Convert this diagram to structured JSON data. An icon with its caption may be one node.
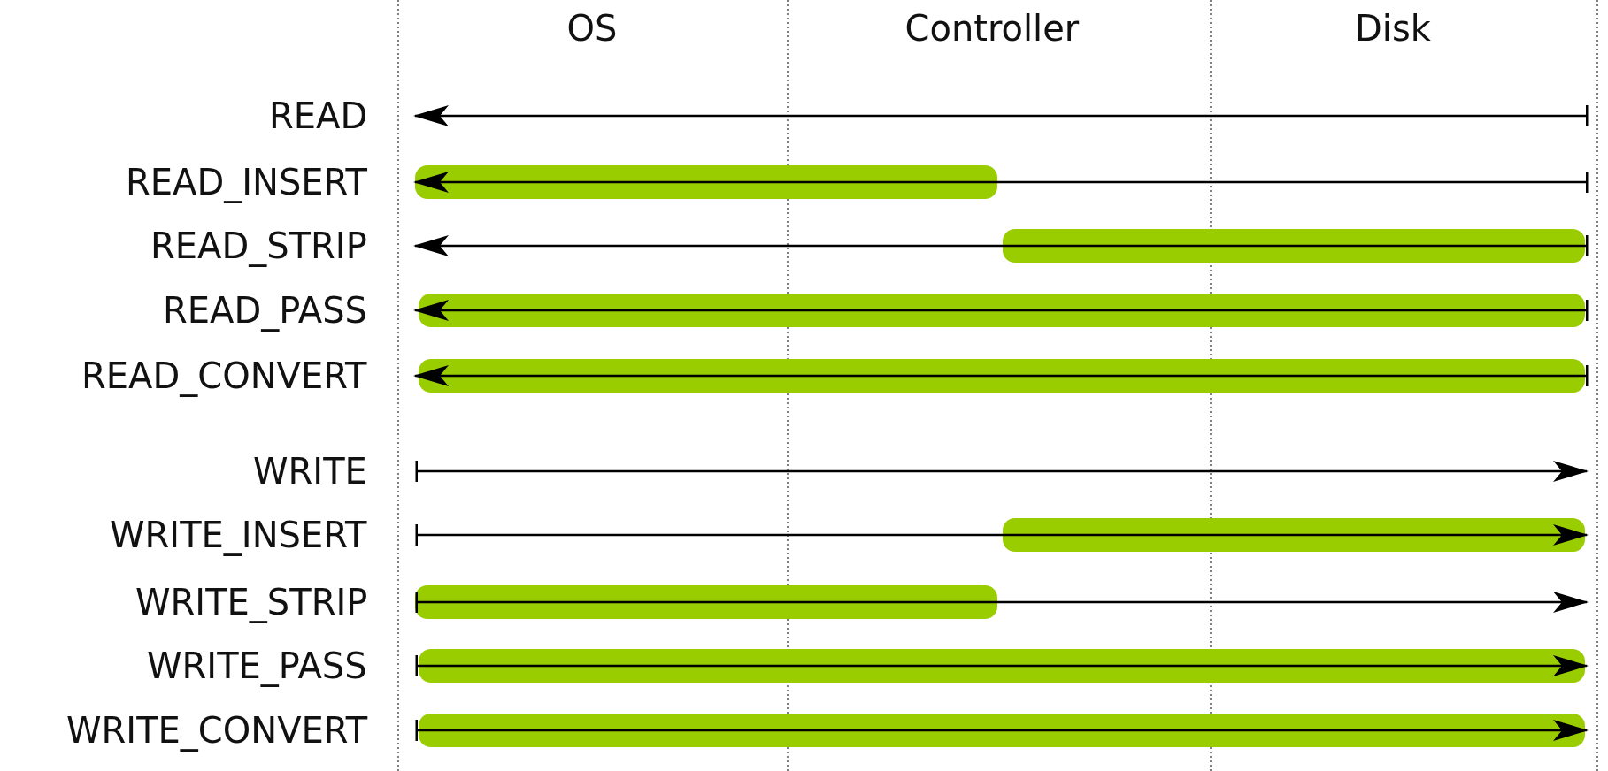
{
  "diagram": {
    "labels": [
      "OS",
      "Controller",
      "Disk",
      "READ",
      "READ_INSERT",
      "READ_STRIP",
      "READ_PASS",
      "READ_CONVERT",
      "WRITE",
      "WRITE_INSERT",
      "WRITE_STRIP",
      "WRITE_PASS",
      "WRITE_CONVERT"
    ]
  }
}
